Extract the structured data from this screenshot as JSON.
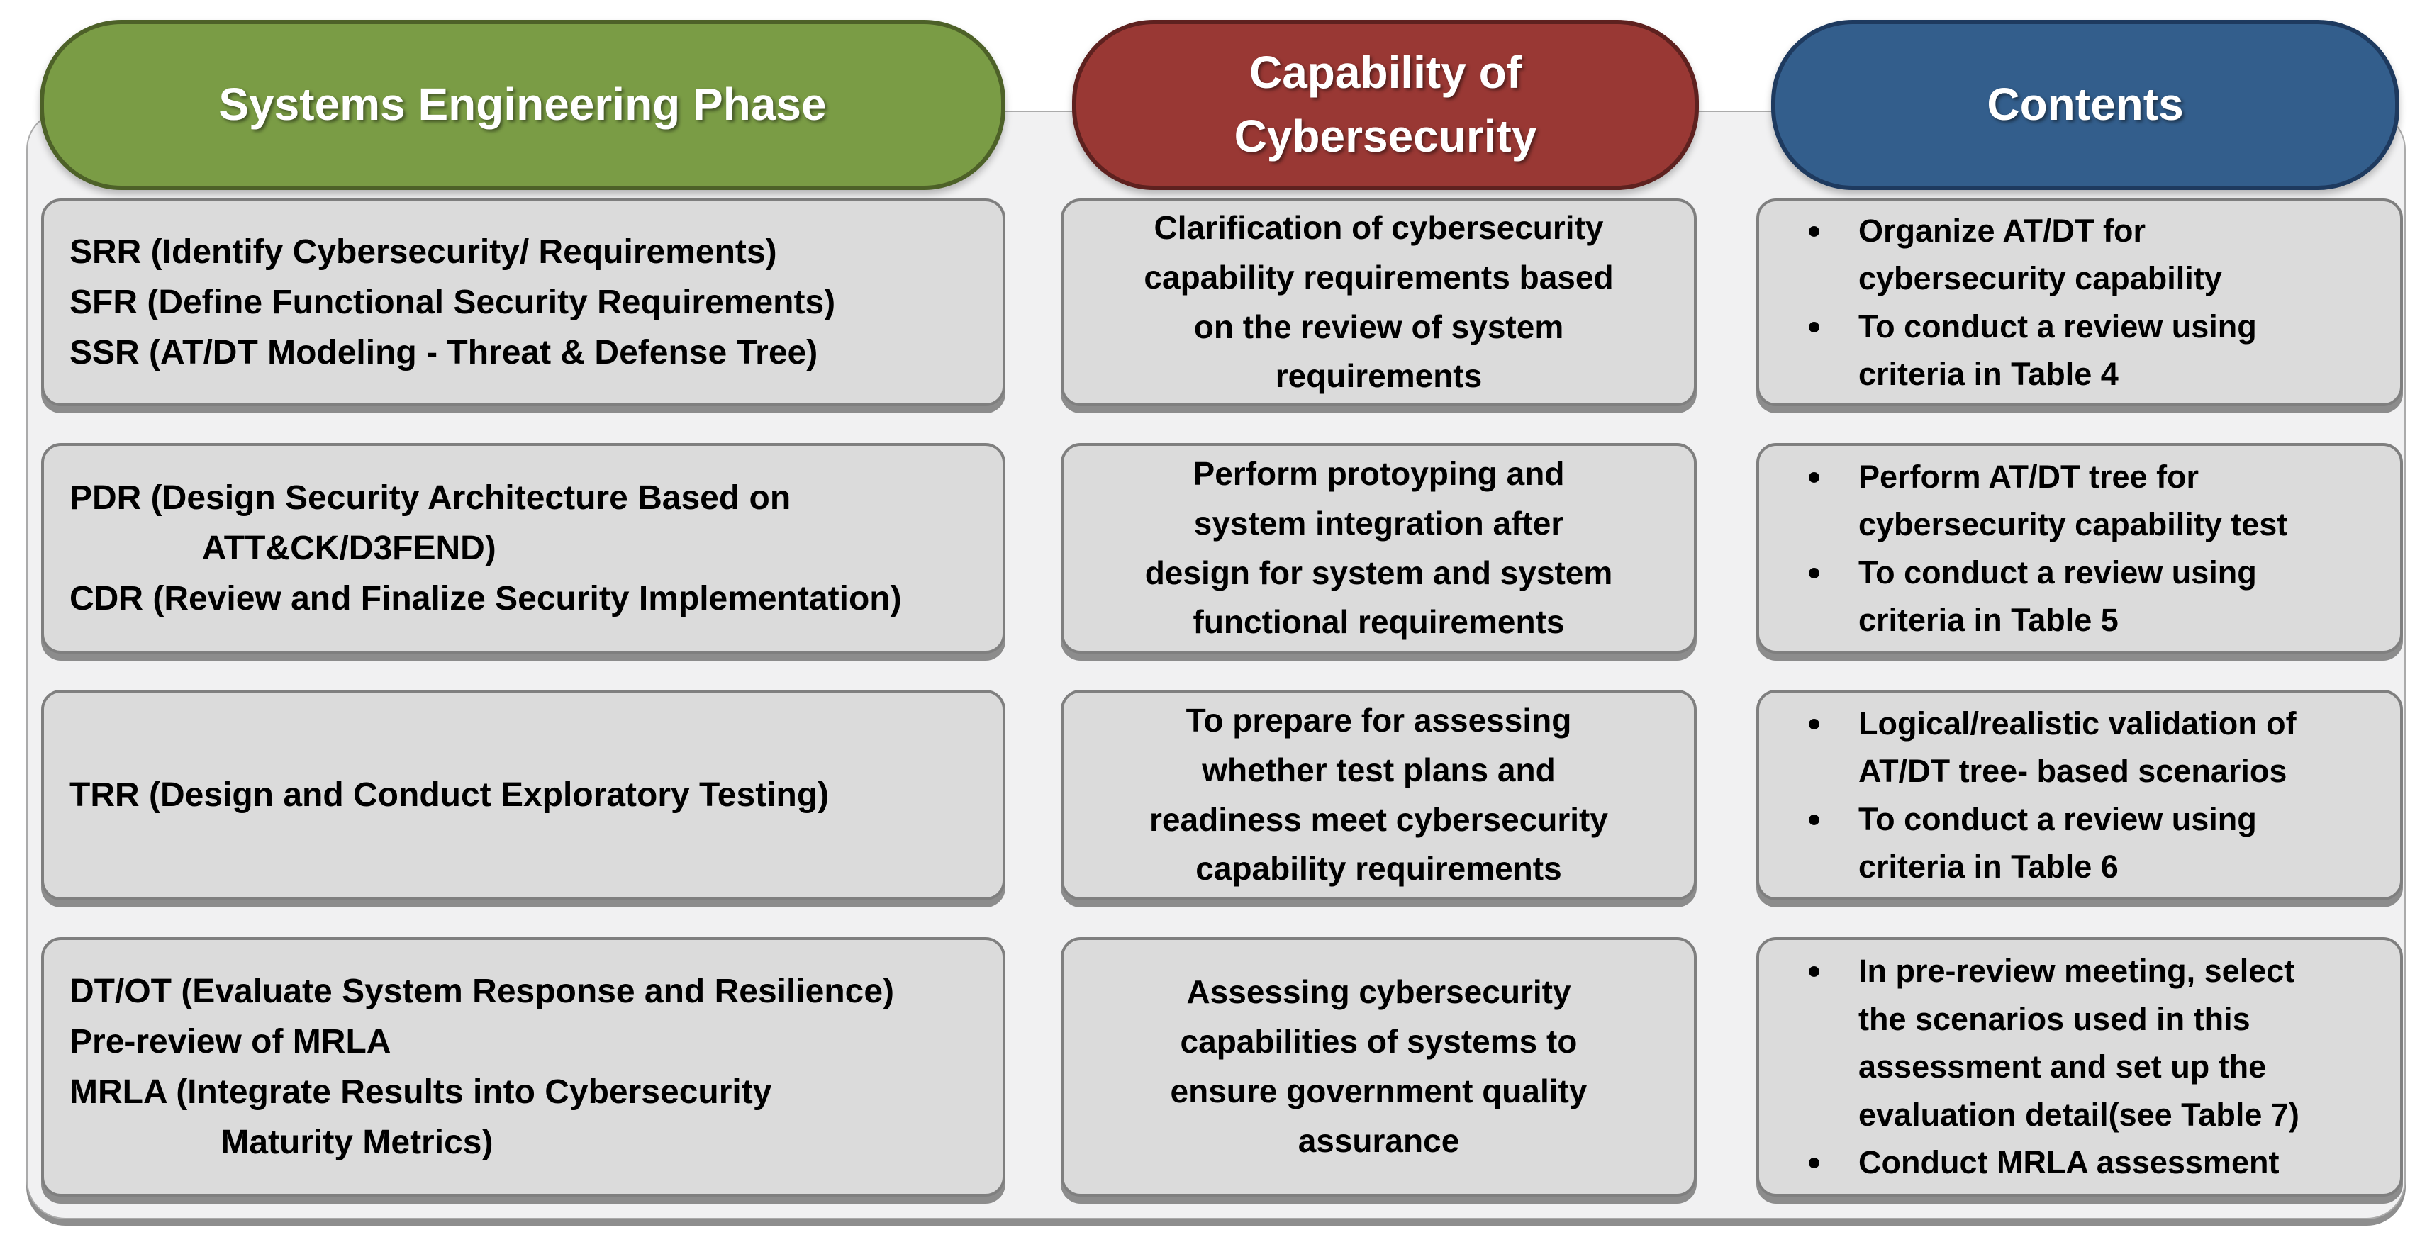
{
  "header": {
    "phase": {
      "label": "Systems Engineering Phase",
      "fill": "#7A9C45",
      "border": "#4D6128"
    },
    "capability": {
      "label": "Capability of\nCybersecurity",
      "fill": "#993834",
      "border": "#5E211F"
    },
    "contents": {
      "label": "Contents",
      "fill": "#335E8C",
      "border": "#1E3A5F"
    }
  },
  "panel": {
    "fill": "#F1F1F2",
    "box_fill": "#DBDBDB",
    "box_border": "#7F7F7F"
  },
  "rows": [
    {
      "phase": "SRR (Identify Cybersecurity/ Requirements)\nSFR (Define Functional Security Requirements)\nSSR (AT/DT Modeling - Threat & Defense Tree)",
      "capability": "Clarification of cybersecurity\ncapability requirements based\non the review of system\nrequirements",
      "contents": [
        "Organize AT/DT for\ncybersecurity capability",
        "To conduct a review using\ncriteria in Table 4"
      ]
    },
    {
      "phase": "PDR (Design Security Architecture Based on\n              ATT&CK/D3FEND)\nCDR (Review and Finalize Security Implementation)",
      "capability": "Perform protoyping and\nsystem integration after\ndesign for system and system\nfunctional requirements",
      "contents": [
        "Perform AT/DT tree for\ncybersecurity capability test",
        "To conduct a review using\ncriteria in Table 5"
      ]
    },
    {
      "phase": "TRR (Design and Conduct Exploratory Testing)",
      "capability": "To prepare for assessing\nwhether test plans and\nreadiness meet cybersecurity\ncapability requirements",
      "contents": [
        "Logical/realistic validation of\nAT/DT tree- based scenarios",
        "To conduct a review using\ncriteria in Table 6"
      ]
    },
    {
      "phase": "DT/OT (Evaluate System Response and Resilience)\nPre-review of MRLA\nMRLA (Integrate Results into Cybersecurity\n                Maturity Metrics)",
      "capability": "Assessing cybersecurity\ncapabilities of systems to\nensure government quality\nassurance",
      "contents": [
        "In pre-review meeting, select\nthe scenarios used in this\nassessment and set up the\nevaluation detail(see Table 7)",
        "Conduct MRLA assessment"
      ]
    }
  ]
}
